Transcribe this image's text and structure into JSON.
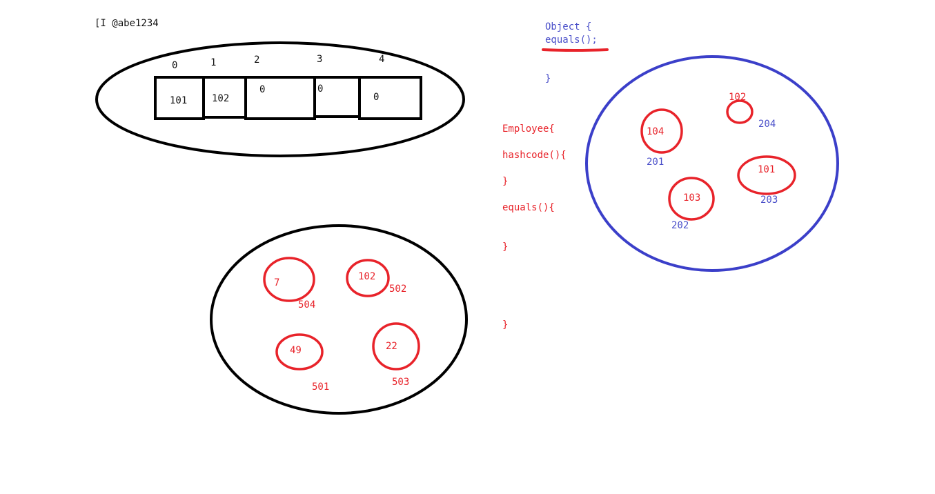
{
  "colors": {
    "black": "#000000",
    "red": "#e8232a",
    "blue": "#3b3fc9"
  },
  "array_ref": "[I @abe1234",
  "array": {
    "indices": [
      "0",
      "1",
      "2",
      "3",
      "4"
    ],
    "values": [
      "101",
      "102",
      "0",
      "0",
      "0"
    ]
  },
  "object_code": {
    "line1": "Object {",
    "line2": "equals();",
    "close": "}"
  },
  "employee_code": {
    "line1": "Employee{",
    "line2": "hashcode(){",
    "line3": "}",
    "line4": "equals(){",
    "line5": "}",
    "line6": "}"
  },
  "blue_set": [
    {
      "value": "102",
      "code": "204"
    },
    {
      "value": "104",
      "code": "201"
    },
    {
      "value": "101",
      "code": "203"
    },
    {
      "value": "103",
      "code": "202"
    }
  ],
  "black_set": [
    {
      "value": "7",
      "code": "504"
    },
    {
      "value": "102",
      "code": "502"
    },
    {
      "value": "49",
      "code": "501"
    },
    {
      "value": "22",
      "code": "503"
    }
  ]
}
